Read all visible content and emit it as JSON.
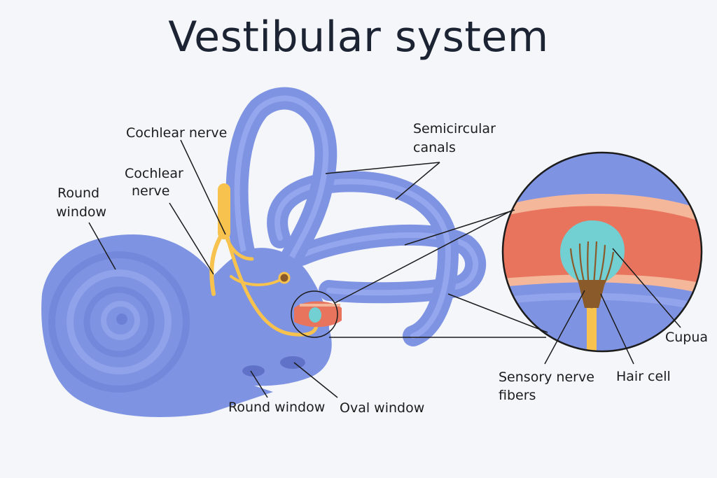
{
  "title": "Vestibular system",
  "labels": {
    "cochlear_nerve_1": "Cochlear nerve",
    "cochlear_nerve_2": [
      "Cochlear",
      "nerve"
    ],
    "round_window_1": [
      "Round",
      "window"
    ],
    "semicircular_canals": [
      "Semicircular",
      "canals"
    ],
    "round_window_2": "Round window",
    "oval_window": "Oval window",
    "cupua": "Cupua",
    "hair_cell": "Hair cell",
    "sensory_nerve_fibers": [
      "Sensory nerve",
      "fibers"
    ]
  },
  "colors": {
    "labyrinth": "#7f93e3",
    "labyrinth_dark": "#6c80d6",
    "labyrinth_light": "#9aabef",
    "nerve": "#f7c24e",
    "tissue": "#e8745e",
    "tissue_light": "#f4b79a",
    "cupula": "#72cfd2",
    "hair": "#8a5a2b"
  }
}
